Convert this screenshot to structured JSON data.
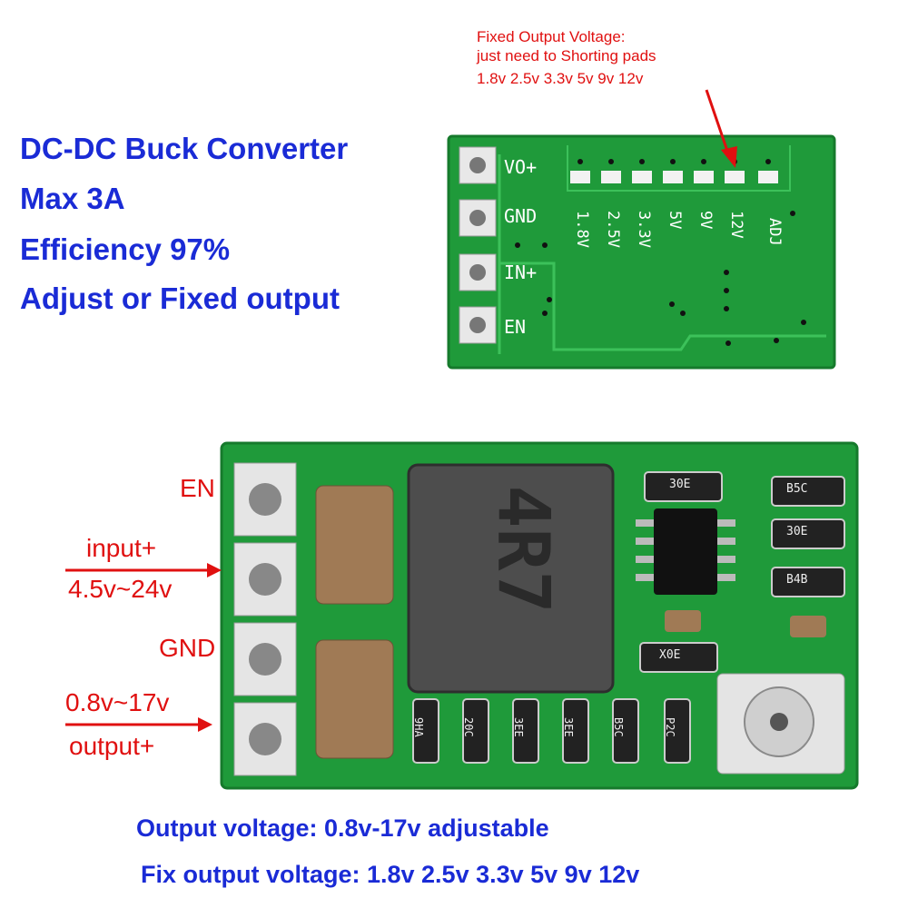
{
  "features": {
    "title": "DC-DC Buck Converter",
    "max_current": "Max 3A",
    "efficiency": "Efficiency 97%",
    "mode": "Adjust or Fixed output"
  },
  "note": {
    "line1": "Fixed Output Voltage:",
    "line2": "just need to Shorting pads",
    "line3": "1.8v 2.5v 3.3v 5v 9v 12v"
  },
  "back_board": {
    "pins": [
      "VO+",
      "GND",
      "IN+",
      "EN"
    ],
    "pads": [
      "1.8V",
      "2.5V",
      "3.3V",
      "5V",
      "9V",
      "12V",
      "ADJ"
    ]
  },
  "front_board": {
    "inductor_marking": "4R7",
    "chip_markings": [
      "30E",
      "B5C",
      "30E",
      "B4B",
      "X0E",
      "9HA",
      "20C",
      "3EE",
      "3EE",
      "B5C",
      "P2C"
    ],
    "pin_labels": {
      "en": "EN",
      "input_line1": "input+",
      "input_line2": "4.5v~24v",
      "gnd": "GND",
      "output_line1": "0.8v~17v",
      "output_line2": "output+"
    }
  },
  "specs": {
    "output_range": "Output voltage: 0.8v-17v adjustable",
    "fixed_outputs": "Fix output voltage: 1.8v 2.5v 3.3v 5v 9v 12v"
  },
  "colors": {
    "pcb_green": "#1f9a3a",
    "label_blue": "#1a2bd6",
    "label_red": "#e01010"
  }
}
